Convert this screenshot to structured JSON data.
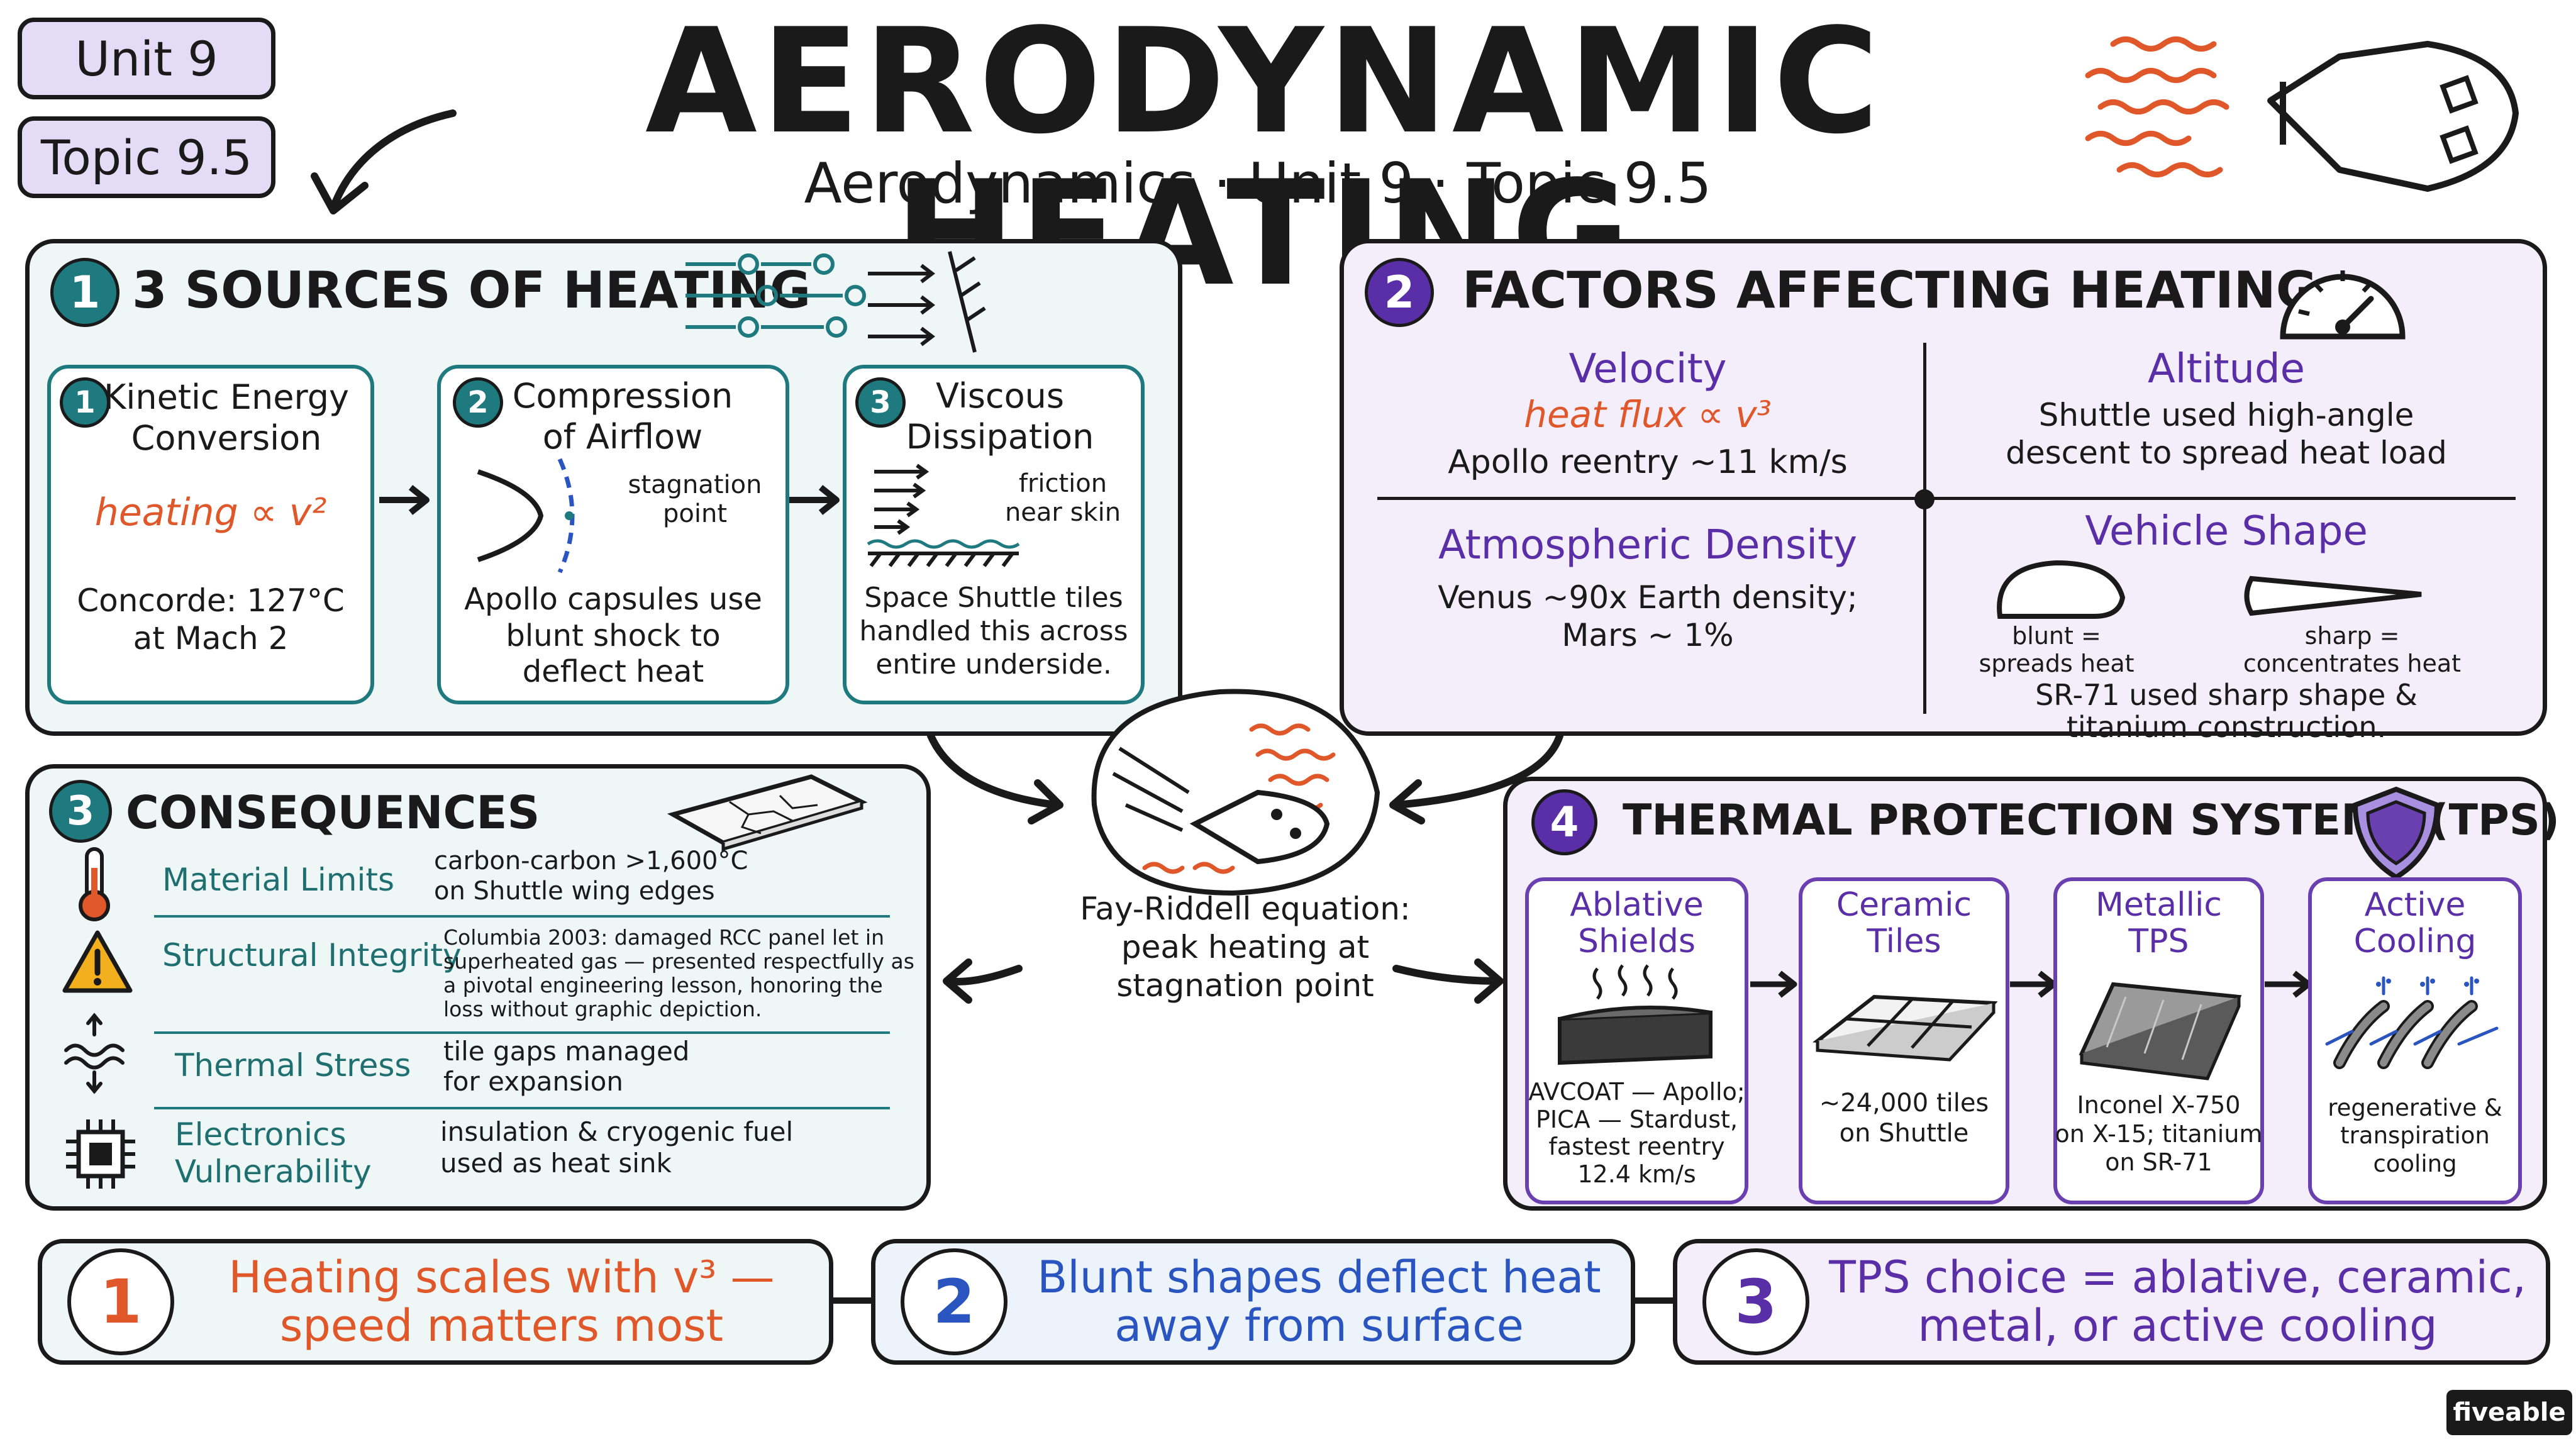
{
  "badges": {
    "unit": "Unit 9",
    "topic": "Topic 9.5"
  },
  "title": "AERODYNAMIC HEATING",
  "subtitle": "Aerodynamics · Unit 9 · Topic 9.5",
  "section1": {
    "num": "1",
    "title": "3 SOURCES OF HEATING",
    "cards": [
      {
        "num": "1",
        "title_line1": "Kinetic Energy",
        "title_line2": "Conversion",
        "formula": "heating ∝ v²",
        "note_line1": "Concorde: 127°C",
        "note_line2": "at Mach 2"
      },
      {
        "num": "2",
        "title_line1": "Compression",
        "title_line2": "of Airflow",
        "label_line1": "stagnation",
        "label_line2": "point",
        "note_line1": "Apollo capsules use",
        "note_line2": "blunt shock to",
        "note_line3": "deflect heat"
      },
      {
        "num": "3",
        "title_line1": "Viscous",
        "title_line2": "Dissipation",
        "label_line1": "friction",
        "label_line2": "near skin",
        "note_line1": "Space Shuttle tiles",
        "note_line2": "handled this across",
        "note_line3": "entire underside."
      }
    ]
  },
  "section2": {
    "num": "2",
    "title": "FACTORS AFFECTING HEATING",
    "velocity": {
      "title": "Velocity",
      "formula": "heat flux ∝ v³",
      "note": "Apollo reentry ~11 km/s"
    },
    "altitude": {
      "title": "Altitude",
      "note_line1": "Shuttle used high-angle",
      "note_line2": "descent to spread heat load"
    },
    "density": {
      "title": "Atmospheric Density",
      "note_line1": "Venus ~90x Earth density;",
      "note_line2": "Mars ~ 1%"
    },
    "shape": {
      "title": "Vehicle Shape",
      "blunt_line1": "blunt =",
      "blunt_line2": "spreads heat",
      "sharp_line1": "sharp =",
      "sharp_line2": "concentrates heat",
      "note_line1": "SR-71 used sharp shape &",
      "note_line2": "titanium construction."
    }
  },
  "section3": {
    "num": "3",
    "title": "CONSEQUENCES",
    "rows": [
      {
        "label": "Material Limits",
        "text_line1": "carbon-carbon >1,600°C",
        "text_line2": "on Shuttle wing edges"
      },
      {
        "label": "Structural Integrity",
        "text_line1": "Columbia 2003: damaged RCC panel let in",
        "text_line2": "superheated gas — presented respectfully as",
        "text_line3": "a pivotal engineering lesson, honoring the",
        "text_line4": "loss without graphic depiction."
      },
      {
        "label": "Thermal Stress",
        "text_line1": "tile gaps managed",
        "text_line2": "for expansion"
      },
      {
        "label_line1": "Electronics",
        "label_line2": "Vulnerability",
        "text_line1": "insulation & cryogenic fuel",
        "text_line2": "used as heat sink"
      }
    ]
  },
  "center": {
    "line1": "Fay-Riddell equation:",
    "line2": "peak heating at",
    "line3": "stagnation point"
  },
  "section4": {
    "num": "4",
    "title": "THERMAL PROTECTION SYSTEMS (TPS)",
    "cards": [
      {
        "title_line1": "Ablative",
        "title_line2": "Shields",
        "note_line1": "AVCOAT — Apollo;",
        "note_line2": "PICA — Stardust,",
        "note_line3": "fastest reentry",
        "note_line4": "12.4 km/s"
      },
      {
        "title_line1": "Ceramic",
        "title_line2": "Tiles",
        "note_line1": "~24,000 tiles",
        "note_line2": "on Shuttle"
      },
      {
        "title_line1": "Metallic",
        "title_line2": "TPS",
        "note_line1": "Inconel X-750",
        "note_line2": "on X-15; titanium",
        "note_line3": "on SR-71"
      },
      {
        "title_line1": "Active",
        "title_line2": "Cooling",
        "note_line1": "regenerative &",
        "note_line2": "transpiration",
        "note_line3": "cooling"
      }
    ]
  },
  "takeaways": [
    {
      "num": "1",
      "line1": "Heating scales with v³ —",
      "line2": "speed matters most",
      "color": "#e0572a",
      "bg": "#eef6f6"
    },
    {
      "num": "2",
      "line1": "Blunt shapes deflect heat",
      "line2": "away from surface",
      "color": "#2a55c0",
      "bg": "#edf3fb"
    },
    {
      "num": "3",
      "line1": "TPS choice = ablative, ceramic,",
      "line2": "metal, or active cooling",
      "color": "#5a2ea6",
      "bg": "#f3eefa"
    }
  ],
  "brand": "fiveable",
  "colors": {
    "teal": "#1f7a80",
    "purple": "#5a2ea6",
    "orange": "#e0572a",
    "blue": "#2a55c0"
  }
}
